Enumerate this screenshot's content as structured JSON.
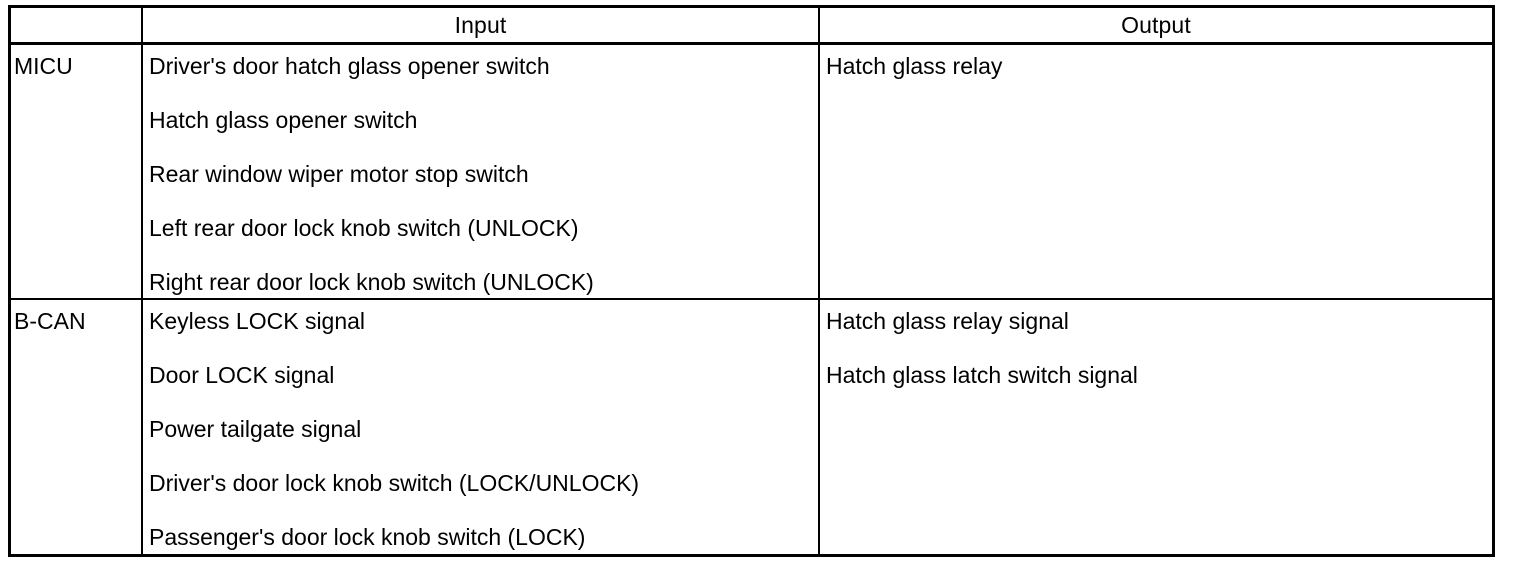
{
  "table": {
    "columns": [
      {
        "key": "source",
        "label": ""
      },
      {
        "key": "input",
        "label": "Input"
      },
      {
        "key": "output",
        "label": "Output"
      }
    ],
    "rows": [
      {
        "source": "MICU",
        "inputs": [
          "Driver's door hatch glass opener switch",
          "Hatch glass opener switch",
          "Rear window wiper motor stop switch",
          "Left rear door lock knob switch (UNLOCK)",
          "Right rear door lock knob switch (UNLOCK)"
        ],
        "outputs": [
          "Hatch glass relay"
        ]
      },
      {
        "source": "B-CAN",
        "inputs": [
          "Keyless LOCK signal",
          "Door LOCK signal",
          "Power tailgate signal",
          "Driver's door lock knob switch (LOCK/UNLOCK)",
          "Passenger's door lock knob switch (LOCK)"
        ],
        "outputs": [
          "Hatch glass relay signal",
          "Hatch glass latch switch signal"
        ]
      }
    ]
  },
  "colors": {
    "border": "#000000",
    "background": "#ffffff",
    "text": "#000000"
  }
}
